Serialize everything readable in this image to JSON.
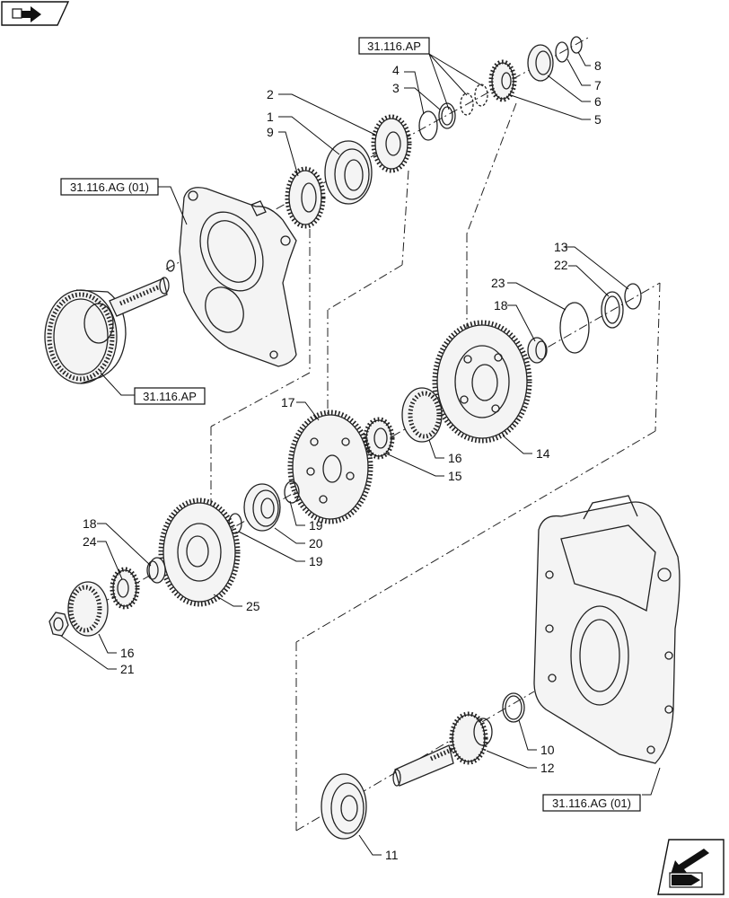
{
  "references": {
    "ap_top": "31.116.AP",
    "ag_left": "31.116.AG (01)",
    "ap_left": "31.116.AP",
    "ag_bottom": "31.116.AG (01)"
  },
  "labels": {
    "p1": "1",
    "p2": "2",
    "p3": "3",
    "p4": "4",
    "p5": "5",
    "p6": "6",
    "p7": "7",
    "p8": "8",
    "p9": "9",
    "p10": "10",
    "p11": "11",
    "p12": "12",
    "p13": "13",
    "p14": "14",
    "p15": "15",
    "p16a": "16",
    "p16b": "16",
    "p17": "17",
    "p18a": "18",
    "p18b": "18",
    "p19a": "19",
    "p19b": "19",
    "p20": "20",
    "p21": "21",
    "p22": "22",
    "p23": "23",
    "p24": "24",
    "p25": "25"
  },
  "icons": {
    "top_left": "next-page-arrow-icon",
    "bottom_right": "previous-page-arrow-icon"
  }
}
